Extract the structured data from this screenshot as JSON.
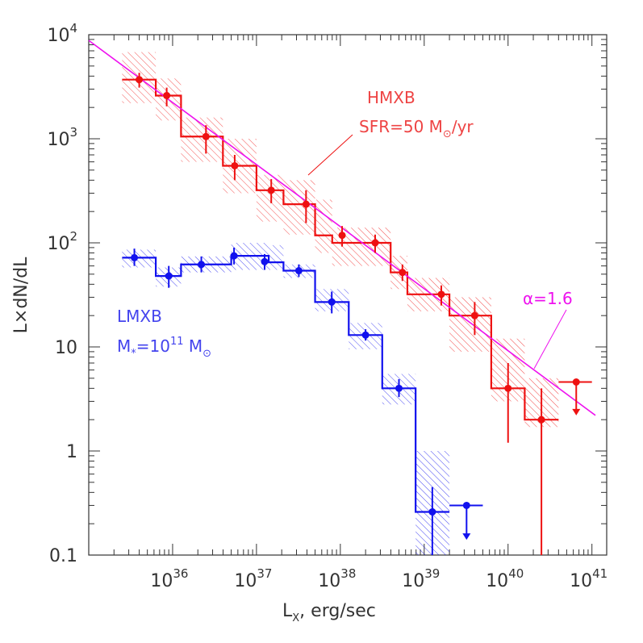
{
  "chart_data": {
    "type": "line",
    "xlabel": "L",
    "xlabel_sub": "X",
    "xlabel_rest": ", erg/sec",
    "ylabel": "L×dN/dL",
    "x_scale": "log",
    "y_scale": "log",
    "xlim": [
      1e+35,
      1.5e+41
    ],
    "ylim": [
      0.1,
      10000
    ],
    "x_ticks": [
      {
        "value": 1e+36,
        "base": "10",
        "exp": "36"
      },
      {
        "value": 1e+37,
        "base": "10",
        "exp": "37"
      },
      {
        "value": 1e+38,
        "base": "10",
        "exp": "38"
      },
      {
        "value": 1e+39,
        "base": "10",
        "exp": "39"
      },
      {
        "value": 1e+40,
        "base": "10",
        "exp": "40"
      },
      {
        "value": 1e+41,
        "base": "10",
        "exp": "41"
      }
    ],
    "y_ticks": [
      {
        "value": 0.1,
        "base": "0.1",
        "exp": ""
      },
      {
        "value": 1,
        "base": "1",
        "exp": ""
      },
      {
        "value": 10,
        "base": "10",
        "exp": ""
      },
      {
        "value": 100,
        "base": "10",
        "exp": "2"
      },
      {
        "value": 1000,
        "base": "10",
        "exp": "3"
      },
      {
        "value": 10000,
        "base": "10",
        "exp": "4"
      }
    ],
    "grid": false,
    "legend": "none",
    "series": [
      {
        "name": "HMXB",
        "color": "#ee1111",
        "bins": [
          {
            "x_lo": 2.5e+35,
            "x_hi": 6.3e+35,
            "y": 3700,
            "band": [
              2200,
              6800
            ]
          },
          {
            "x_lo": 6.3e+35,
            "x_hi": 1.26e+36,
            "y": 2600,
            "band": [
              1500,
              3800
            ]
          },
          {
            "x_lo": 1.26e+36,
            "x_hi": 3.98e+36,
            "y": 1050,
            "band": [
              600,
              1600
            ]
          },
          {
            "x_lo": 3.98e+36,
            "x_hi": 1e+37,
            "y": 550,
            "band": [
              300,
              1000
            ]
          },
          {
            "x_lo": 1e+37,
            "x_hi": 2.1e+37,
            "y": 320,
            "band": [
              160,
              450
            ]
          },
          {
            "x_lo": 2.1e+37,
            "x_hi": 5e+37,
            "y": 235,
            "band": [
              120,
              400
            ]
          },
          {
            "x_lo": 5e+37,
            "x_hi": 8e+37,
            "y": 118,
            "band": [
              80,
              260
            ]
          },
          {
            "x_lo": 8e+37,
            "x_hi": 3.98e+38,
            "y": 100,
            "band": [
              60,
              140
            ]
          },
          {
            "x_lo": 3.98e+38,
            "x_hi": 6.3e+38,
            "y": 52,
            "band": [
              36,
              75
            ]
          },
          {
            "x_lo": 6.3e+38,
            "x_hi": 2e+39,
            "y": 32,
            "band": [
              22,
              46
            ]
          },
          {
            "x_lo": 2e+39,
            "x_hi": 6.3e+39,
            "y": 20,
            "band": [
              9,
              30
            ]
          },
          {
            "x_lo": 6.3e+39,
            "x_hi": 1.58e+40,
            "y": 4,
            "band": [
              3,
              12
            ]
          },
          {
            "x_lo": 1.58e+40,
            "x_hi": 4e+40,
            "y": 2,
            "band": [
              1.7,
              5
            ]
          }
        ],
        "points": [
          {
            "x": 4e+35,
            "y": 3700,
            "err": [
              3100,
              4300
            ]
          },
          {
            "x": 8.5e+35,
            "y": 2600,
            "err": [
              2050,
              3100
            ]
          },
          {
            "x": 2.5e+36,
            "y": 1050,
            "err": [
              720,
              1350
            ]
          },
          {
            "x": 5.5e+36,
            "y": 550,
            "err": [
              400,
              700
            ]
          },
          {
            "x": 1.5e+37,
            "y": 320,
            "err": [
              240,
              410
            ]
          },
          {
            "x": 3.9e+37,
            "y": 235,
            "err": [
              155,
              320
            ]
          },
          {
            "x": 1.05e+38,
            "y": 118,
            "err": [
              92,
              145
            ]
          },
          {
            "x": 2.6e+38,
            "y": 100,
            "err": [
              80,
              120
            ]
          },
          {
            "x": 5.5e+38,
            "y": 52,
            "err": [
              43,
              62
            ]
          },
          {
            "x": 1.6e+39,
            "y": 32,
            "err": [
              25,
              39
            ]
          },
          {
            "x": 4e+39,
            "y": 20,
            "err": [
              13,
              27
            ]
          },
          {
            "x": 1e+40,
            "y": 4,
            "err": [
              1.2,
              7
            ]
          },
          {
            "x": 2.5e+40,
            "y": 2,
            "err": [
              0.1,
              4
            ]
          }
        ],
        "upper_limit": {
          "x": 6.5e+40,
          "y": 4.6,
          "x_range": [
            4e+40,
            1e+41
          ],
          "arrow_to": 2.2
        }
      },
      {
        "name": "LMXB",
        "color": "#1111ee",
        "bins": [
          {
            "x_lo": 2.5e+35,
            "x_hi": 6.3e+35,
            "y": 72,
            "band": [
              58,
              86
            ]
          },
          {
            "x_lo": 6.3e+35,
            "x_hi": 1.26e+36,
            "y": 48,
            "band": [
              38,
              58
            ]
          },
          {
            "x_lo": 1.26e+36,
            "x_hi": 2.5e+36,
            "y": 62,
            "band": [
              52,
              74
            ]
          },
          {
            "x_lo": 2.5e+36,
            "x_hi": 5e+36,
            "y": 62,
            "band": [
              52,
              74
            ]
          },
          {
            "x_lo": 5e+36,
            "x_hi": 8e+36,
            "y": 75,
            "band": [
              55,
              100
            ]
          },
          {
            "x_lo": 8e+36,
            "x_hi": 1.4e+37,
            "y": 75,
            "band": [
              55,
              100
            ]
          },
          {
            "x_lo": 1.4e+37,
            "x_hi": 2.1e+37,
            "y": 65,
            "band": [
              55,
              95
            ]
          },
          {
            "x_lo": 2.1e+37,
            "x_hi": 5e+37,
            "y": 54,
            "band": [
              46,
              62
            ]
          },
          {
            "x_lo": 5e+37,
            "x_hi": 1.26e+38,
            "y": 27,
            "band": [
              22,
              36
            ]
          },
          {
            "x_lo": 1.26e+38,
            "x_hi": 3.16e+38,
            "y": 13,
            "band": [
              9.5,
              17
            ]
          },
          {
            "x_lo": 3.16e+38,
            "x_hi": 7.9e+38,
            "y": 4,
            "band": [
              2.8,
              5.5
            ]
          },
          {
            "x_lo": 7.9e+38,
            "x_hi": 2e+39,
            "y": 0.26,
            "band": [
              0.1,
              1
            ]
          }
        ],
        "points": [
          {
            "x": 3.5e+35,
            "y": 72,
            "err": [
              60,
              88
            ]
          },
          {
            "x": 9e+35,
            "y": 48,
            "err": [
              37,
              60
            ]
          },
          {
            "x": 2.2e+36,
            "y": 62,
            "err": [
              52,
              74
            ]
          },
          {
            "x": 5.4e+36,
            "y": 75,
            "err": [
              62,
              90
            ]
          },
          {
            "x": 1.25e+37,
            "y": 66,
            "err": [
              55,
              78
            ]
          },
          {
            "x": 3.2e+37,
            "y": 54,
            "err": [
              47,
              62
            ]
          },
          {
            "x": 7.9e+37,
            "y": 27,
            "err": [
              21,
              34
            ]
          },
          {
            "x": 2e+38,
            "y": 13,
            "err": [
              11.5,
              14.8
            ]
          },
          {
            "x": 5e+38,
            "y": 4,
            "err": [
              3.3,
              4.9
            ]
          },
          {
            "x": 1.25e+39,
            "y": 0.26,
            "err": [
              0.1,
              0.45
            ]
          }
        ],
        "upper_limit": {
          "x": 3.2e+39,
          "y": 0.3,
          "x_range": [
            2e+39,
            5e+39
          ],
          "arrow_to": 0.14
        }
      }
    ],
    "fit_line": {
      "color": "#ee11ee",
      "x": [
        1e+35,
        1.1e+41
      ],
      "y": [
        8800,
        2.2
      ]
    },
    "annotations": {
      "hmxb_title": "HMXB",
      "hmxb_sfr": "SFR=50 M",
      "hmxb_sfr_sub": "⊙",
      "hmxb_sfr_tail": "/yr",
      "lmxb_title": "LMXB",
      "lmxb_mass_a": "M",
      "lmxb_mass_sub": "*",
      "lmxb_mass_b": "=10",
      "lmxb_mass_exp": "11",
      "lmxb_mass_c": " M",
      "lmxb_mass_sub2": "⊙",
      "alpha": "α=1.6"
    }
  }
}
